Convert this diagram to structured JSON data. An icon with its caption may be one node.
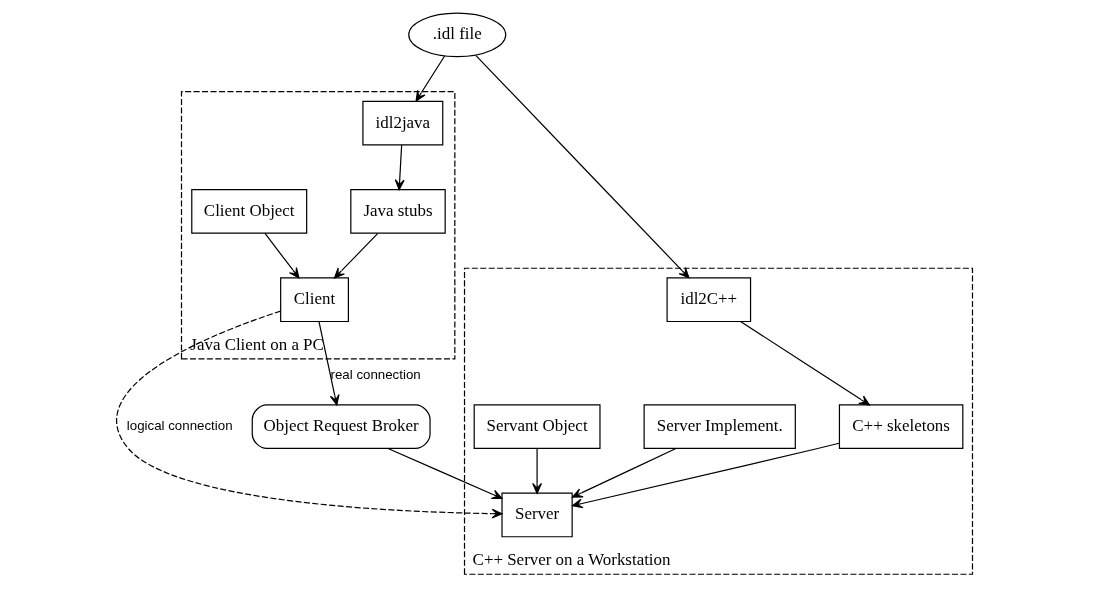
{
  "diagram": {
    "nodes": [
      {
        "text": [
          "Java Client on a PC"
        ]
      },
      {
        "text": [
          ".idl file"
        ]
      },
      {
        "text": [
          "C++ Server on a Workstation"
        ]
      },
      {
        "text": [
          "idl2java"
        ],
        "in": 0
      },
      {
        "text": [
          "idl2C++"
        ],
        "in": 2
      },
      {
        "text": [
          "Java stubs"
        ],
        "in": 0
      },
      {
        "text": [
          "C++ skeletons"
        ],
        "in": 2
      },
      {
        "text": [
          "Client Object"
        ],
        "in": 0
      },
      {
        "text": [
          "Client"
        ],
        "in": 0
      },
      {
        "text": [
          "Server"
        ],
        "in": 2
      },
      {
        "text": [
          "Server Implement."
        ],
        "in": 2
      },
      {
        "text": [
          "Servant Object"
        ],
        "in": 2
      },
      {
        "text": [
          "Object Request Broker"
        ]
      }
    ],
    "edges": [
      {
        "from": 1,
        "to": 3,
        "arrow": "to"
      },
      {
        "from": 1,
        "to": 4,
        "arrow": "to"
      },
      {
        "from": 3,
        "to": 5,
        "arrow": "to"
      },
      {
        "from": 4,
        "to": 6,
        "arrow": "to"
      },
      {
        "from": 5,
        "to": 8,
        "arrow": "to"
      },
      {
        "from": 6,
        "to": 9,
        "arrow": "to"
      },
      {
        "from": 7,
        "to": 8,
        "arrow": "to"
      },
      {
        "from": 8,
        "to": 9,
        "arrow": "to",
        "label": "logical connection",
        "style": "dashed"
      },
      {
        "from": 10,
        "to": 9,
        "arrow": "to"
      },
      {
        "from": 11,
        "to": 9,
        "arrow": "to"
      },
      {
        "from": 8,
        "to": 12,
        "arrow": "to",
        "label": "real connection"
      },
      {
        "from": 12,
        "to": 9,
        "arrow": "to"
      }
    ]
  }
}
